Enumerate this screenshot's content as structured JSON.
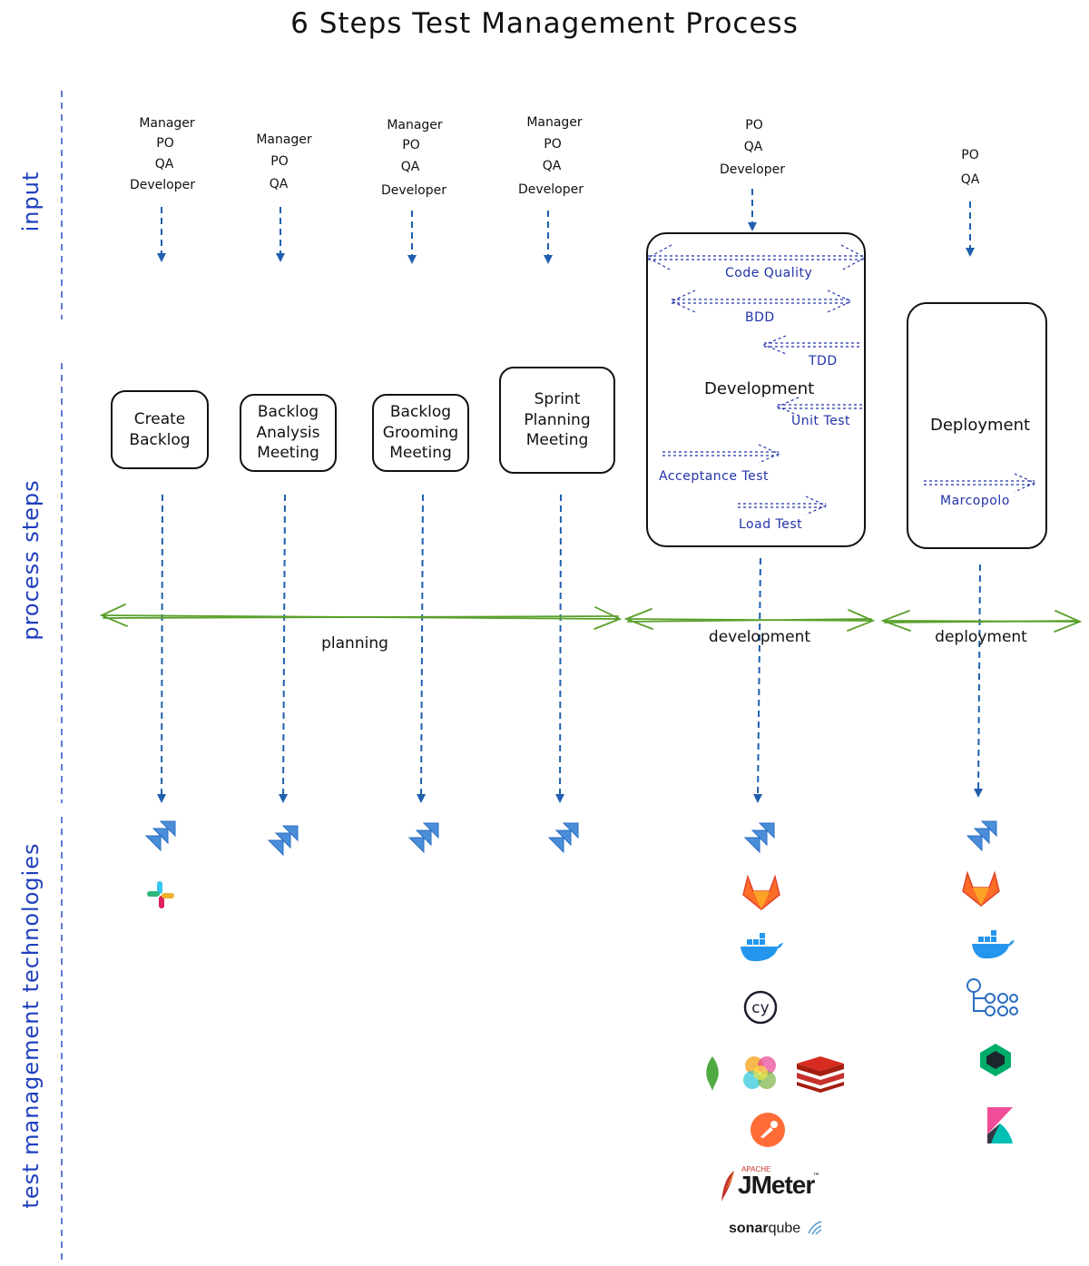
{
  "title": "6 Steps Test Management Process",
  "lanes": {
    "input": "input",
    "process": "process steps",
    "technologies": "test management technologies"
  },
  "inputs": [
    {
      "roles": [
        "Manager",
        "PO",
        "QA",
        "Developer"
      ]
    },
    {
      "roles": [
        "Manager",
        "PO",
        "QA"
      ]
    },
    {
      "roles": [
        "Manager",
        "PO",
        "QA",
        "Developer"
      ]
    },
    {
      "roles": [
        "Manager",
        "PO",
        "QA",
        "Developer"
      ]
    },
    {
      "roles": [
        "PO",
        "QA",
        "Developer"
      ]
    },
    {
      "roles": [
        "PO",
        "QA"
      ]
    }
  ],
  "steps": [
    {
      "label": "Create\nBacklog"
    },
    {
      "label": "Backlog\nAnalysis\nMeeting"
    },
    {
      "label": "Backlog\nGrooming\nMeeting"
    },
    {
      "label": "Sprint\nPlanning\nMeeting"
    },
    {
      "label": "Development",
      "practices": [
        "Code Quality",
        "BDD",
        "TDD",
        "Unit Test",
        "Acceptance Test",
        "Load Test"
      ]
    },
    {
      "label": "Deployment",
      "practices": [
        "Marcopolo"
      ]
    }
  ],
  "phases": [
    "planning",
    "development",
    "deployment"
  ],
  "technologies": {
    "create_backlog": [
      "jira-icon",
      "slack-icon"
    ],
    "backlog_analysis": [
      "jira-icon"
    ],
    "backlog_grooming": [
      "jira-icon"
    ],
    "sprint_planning": [
      "jira-icon"
    ],
    "development": [
      "jira-icon",
      "gitlab-icon",
      "docker-icon",
      "cypress-icon",
      "mongodb-icon",
      "multicolor-ball-icon",
      "redis-icon",
      "postman-icon",
      "jmeter-logo",
      "sonarqube-logo"
    ],
    "deployment": [
      "jira-icon",
      "gitlab-icon",
      "docker-icon",
      "pipeline-icon",
      "newrelic-icon",
      "kibana-icon"
    ]
  },
  "logo_text": {
    "cypress": "cy",
    "jmeter_top": "APACHE",
    "jmeter": "JMeter",
    "jmeter_tm": "™",
    "sonar": "sonar",
    "qube": "qube"
  },
  "colors": {
    "lane_line": "#2b4fc4",
    "arrow": "#1f5fae",
    "practice": "#2233aa",
    "phase_arrow": "#5aa02c"
  }
}
